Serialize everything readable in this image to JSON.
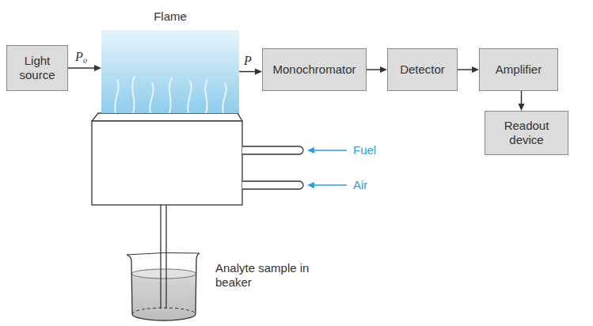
{
  "diagram": {
    "nodes": [
      {
        "text": [
          "Light source"
        ]
      },
      {
        "text": [
          "Flame"
        ]
      },
      {
        "text": [
          "Monochromator"
        ]
      },
      {
        "text": [
          "Detector"
        ]
      },
      {
        "text": [
          "Amplifier"
        ]
      },
      {
        "text": [
          "Readout device"
        ]
      }
    ],
    "edges": [
      {
        "from": 0,
        "to": 1,
        "label": "P₀",
        "arrow": "to"
      },
      {
        "from": 1,
        "to": 2,
        "label": "P",
        "arrow": "to"
      },
      {
        "from": 2,
        "to": 3,
        "arrow": "to"
      },
      {
        "from": 3,
        "to": 4,
        "arrow": "to"
      },
      {
        "from": 4,
        "to": 5,
        "arrow": "to"
      }
    ],
    "labels": [
      "Fuel",
      "Air",
      "Analyte sample in beaker"
    ]
  }
}
